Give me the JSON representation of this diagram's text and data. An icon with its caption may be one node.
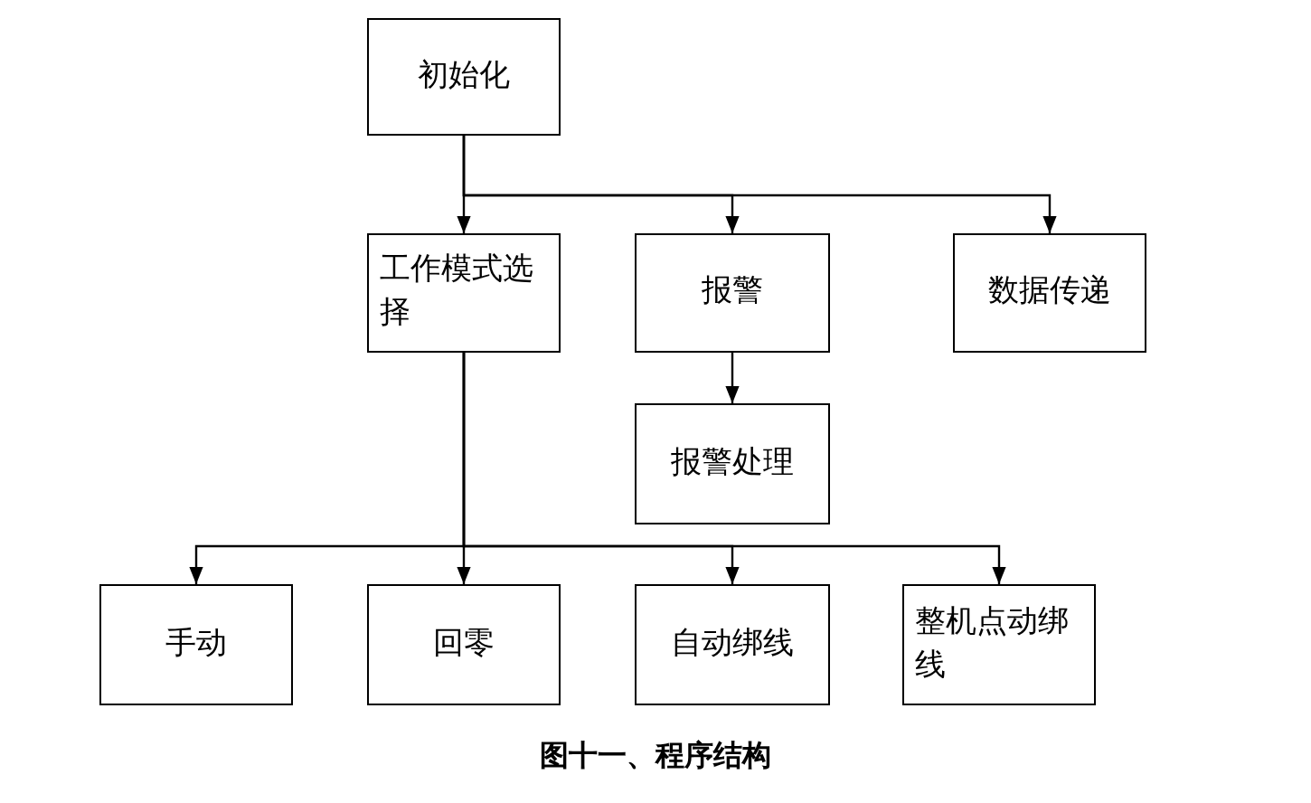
{
  "diagram": {
    "caption": "图十一、程序结构",
    "nodes": [
      {
        "text": [
          "初始化"
        ]
      },
      {
        "text": [
          "工作模式选择"
        ]
      },
      {
        "text": [
          "报警"
        ]
      },
      {
        "text": [
          "数据传递"
        ]
      },
      {
        "text": [
          "报警处理"
        ]
      },
      {
        "text": [
          "手动"
        ]
      },
      {
        "text": [
          "回零"
        ]
      },
      {
        "text": [
          "自动绑线"
        ]
      },
      {
        "text": [
          "整机点动绑线"
        ]
      }
    ],
    "edges": [
      {
        "from": 0,
        "to": 1,
        "arrow": "to"
      },
      {
        "from": 0,
        "to": 2,
        "arrow": "to"
      },
      {
        "from": 0,
        "to": 3,
        "arrow": "to"
      },
      {
        "from": 2,
        "to": 4,
        "arrow": "to"
      },
      {
        "from": 1,
        "to": 5,
        "arrow": "to"
      },
      {
        "from": 1,
        "to": 6,
        "arrow": "to"
      },
      {
        "from": 1,
        "to": 7,
        "arrow": "to"
      },
      {
        "from": 1,
        "to": 8,
        "arrow": "to"
      }
    ]
  }
}
